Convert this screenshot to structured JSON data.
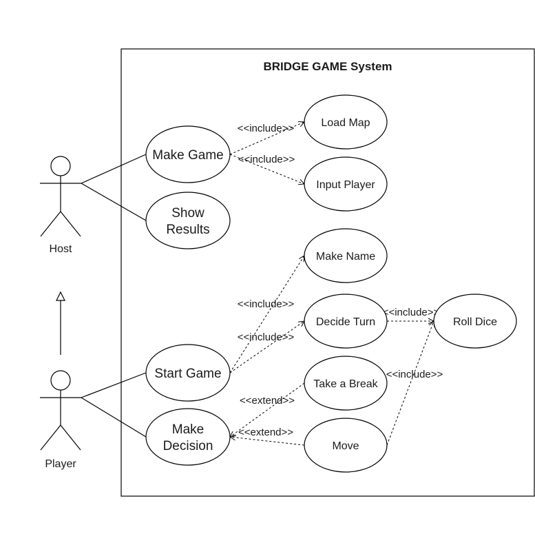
{
  "system": {
    "title": "BRIDGE GAME System"
  },
  "actors": {
    "host": "Host",
    "player": "Player"
  },
  "use_cases": {
    "make_game": "Make Game",
    "show_results_1": "Show",
    "show_results_2": "Results",
    "load_map": "Load Map",
    "input_player": "Input Player",
    "make_name": "Make Name",
    "decide_turn": "Decide Turn",
    "roll_dice": "Roll Dice",
    "start_game": "Start Game",
    "take_a_break": "Take a Break",
    "make_decision_1": "Make",
    "make_decision_2": "Decision",
    "move": "Move"
  },
  "stereotypes": {
    "include_load_map": "<<include>>",
    "include_input_player": "<<include>>",
    "include_make_name": "<<include>>",
    "include_decide_turn": "<<include>>",
    "include_roll_dice_from_decide": "<<include>>",
    "include_roll_dice_from_move": "<<include>>",
    "extend_take_a_break": "<<extend>>",
    "extend_move": "<<extend>>"
  }
}
